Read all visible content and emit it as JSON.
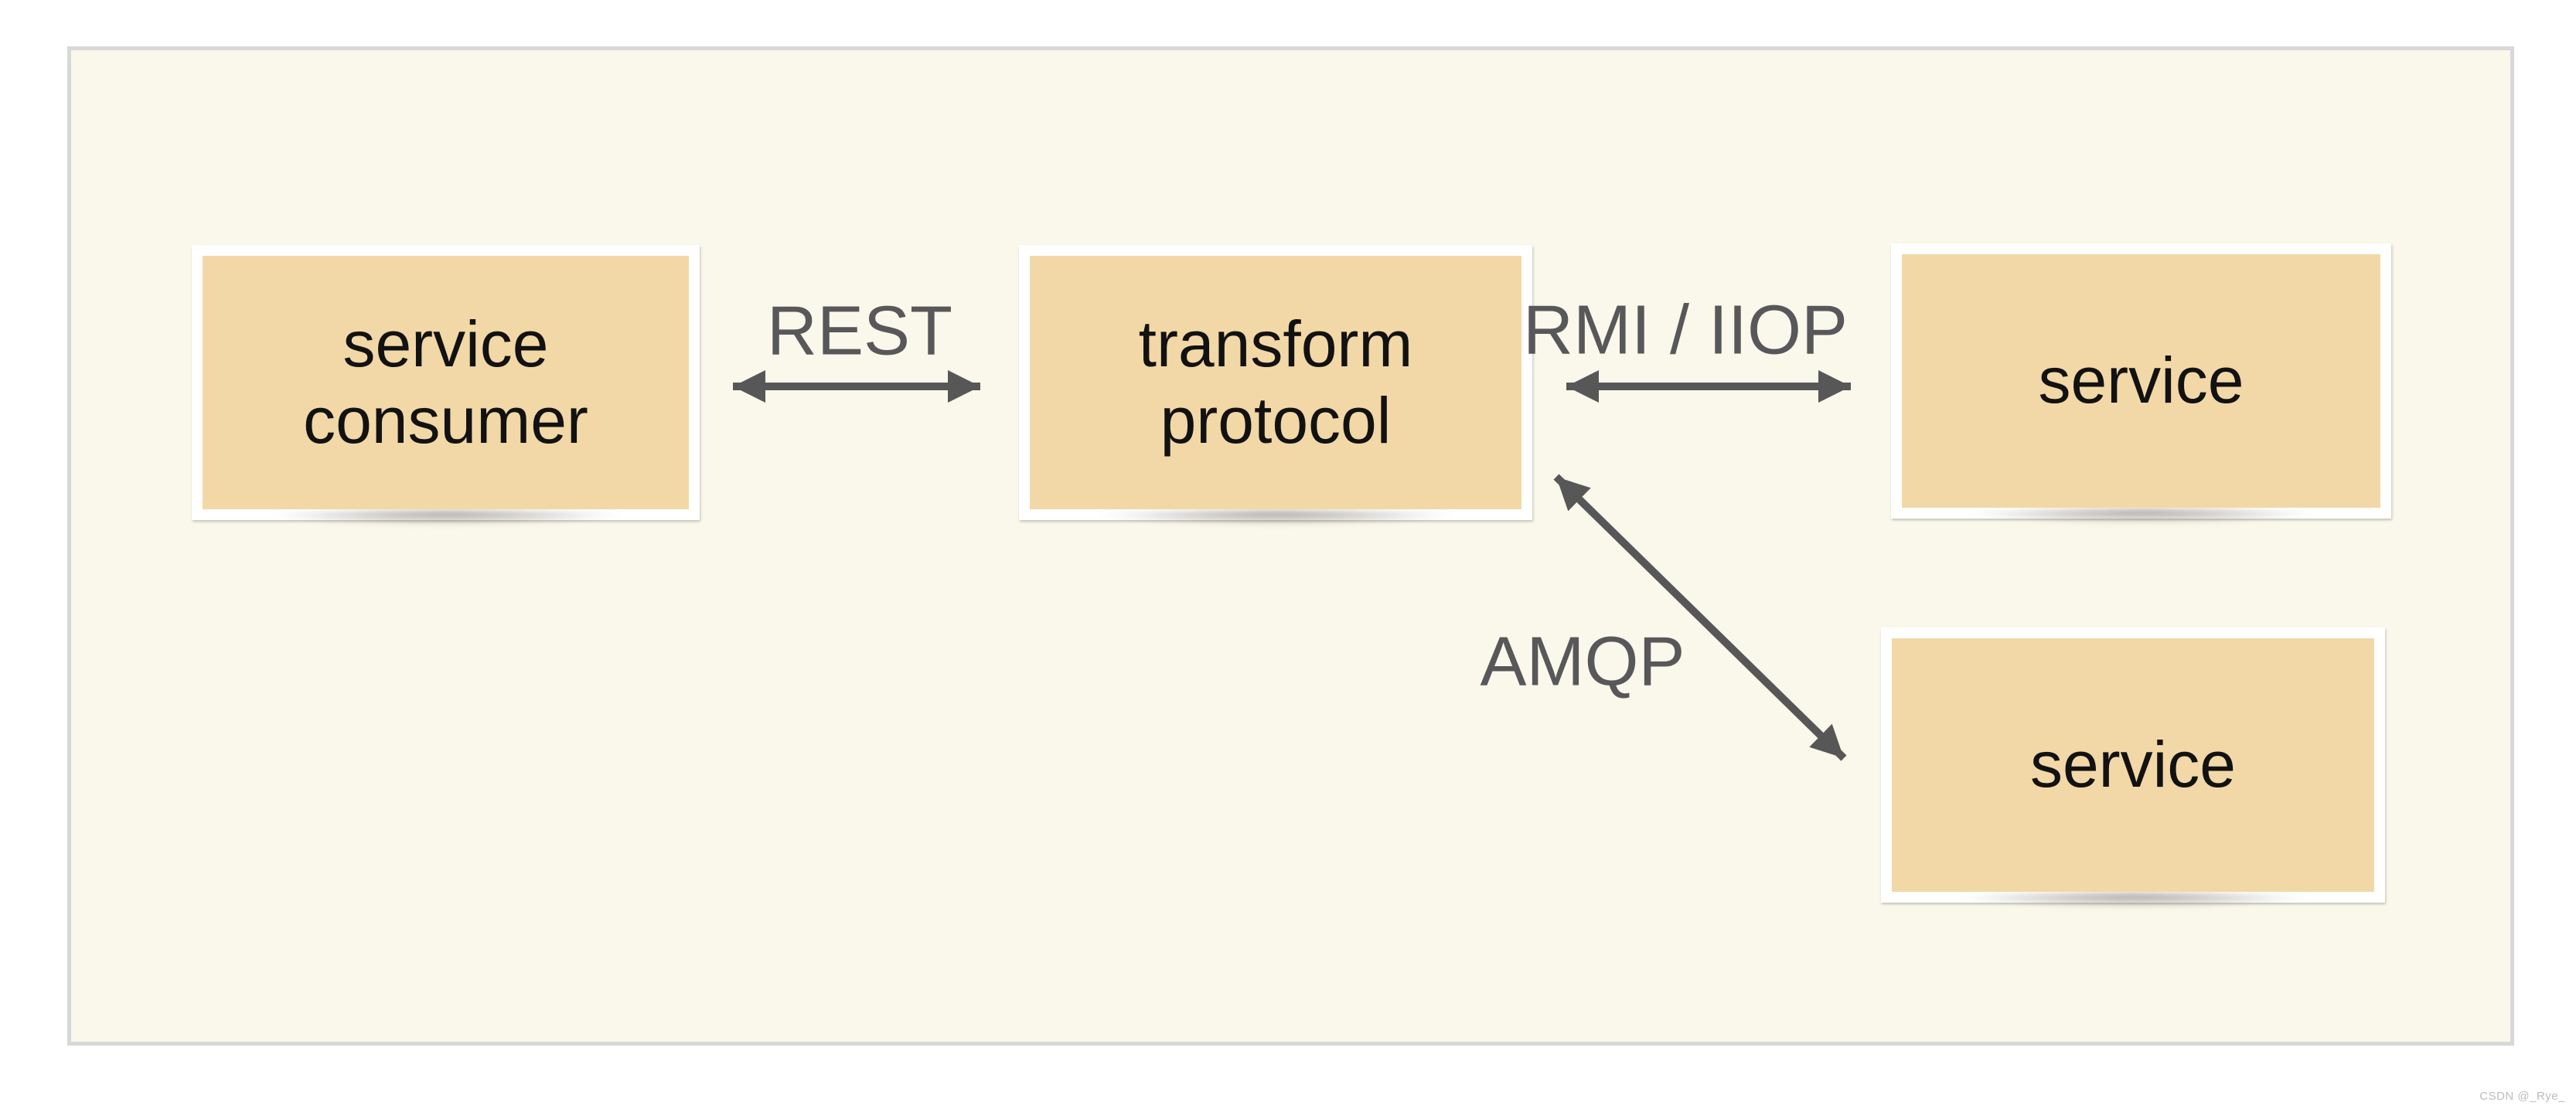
{
  "canvas": {
    "watermark": "CSDN @_Rye_"
  },
  "diagram": {
    "nodes": [
      {
        "id": "service-consumer",
        "lines": [
          "service",
          "consumer"
        ]
      },
      {
        "id": "transform-protocol",
        "lines": [
          "transform",
          "protocol"
        ]
      },
      {
        "id": "service-top",
        "lines": [
          "service"
        ]
      },
      {
        "id": "service-bottom",
        "lines": [
          "service"
        ]
      }
    ],
    "connectors": [
      {
        "id": "rest",
        "label": "REST",
        "from": "service-consumer",
        "to": "transform-protocol",
        "direction": "bidirectional"
      },
      {
        "id": "rmi-iiop",
        "label": "RMI / IIOP",
        "from": "transform-protocol",
        "to": "service-top",
        "direction": "bidirectional"
      },
      {
        "id": "amqp",
        "label": "AMQP",
        "from": "transform-protocol",
        "to": "service-bottom",
        "direction": "bidirectional"
      }
    ],
    "colors": {
      "node_fill": "#f2d8a7",
      "node_frame": "#ffffff",
      "node_text": "#121212",
      "panel_bg": "#faf8eb",
      "panel_border": "#d8d8d8",
      "arrow": "#575757",
      "connector_label": "#58585a",
      "watermark": "#bcbcbc"
    }
  }
}
